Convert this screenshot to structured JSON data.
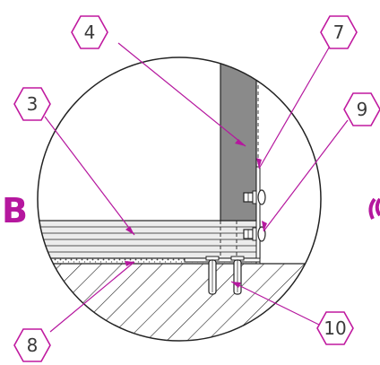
{
  "section_label": "B",
  "callouts": [
    {
      "id": "3",
      "label": "3"
    },
    {
      "id": "4",
      "label": "4"
    },
    {
      "id": "7",
      "label": "7"
    },
    {
      "id": "8",
      "label": "8"
    },
    {
      "id": "9",
      "label": "9"
    },
    {
      "id": "10",
      "label": "10"
    }
  ],
  "colors": {
    "accent": "#b5179e",
    "callout_outline": "#c0199f",
    "leader": "#b5179e",
    "wall_fill": "#8a8a8a",
    "line": "#222222",
    "panel_fill": "#ececec"
  }
}
